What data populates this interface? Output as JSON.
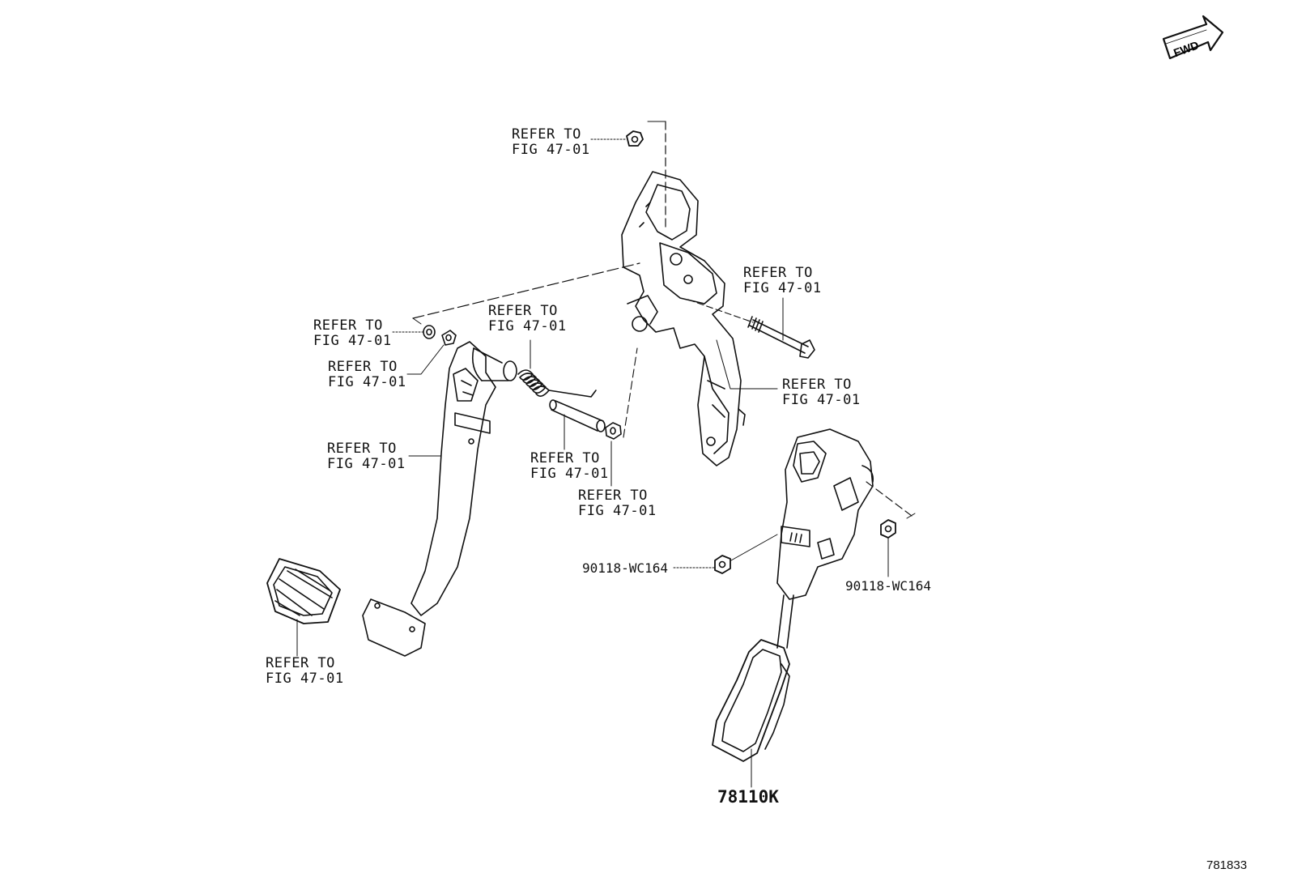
{
  "orientation": {
    "fwd_label": "FWD"
  },
  "callouts": {
    "bracket_top_nut": {
      "line1": "REFER TO",
      "line2": "FIG 47-01"
    },
    "pivot_bolt": {
      "line1": "REFER TO",
      "line2": "FIG 47-01"
    },
    "left_washer": {
      "line1": "REFER TO",
      "line2": "FIG 47-01"
    },
    "left_bushing": {
      "line1": "REFER TO",
      "line2": "FIG 47-01"
    },
    "return_spring": {
      "line1": "REFER TO",
      "line2": "FIG 47-01"
    },
    "pedal_support": {
      "line1": "REFER TO",
      "line2": "FIG 47-01"
    },
    "brake_pedal_lever": {
      "line1": "REFER TO",
      "line2": "FIG 47-01"
    },
    "collar": {
      "line1": "REFER TO",
      "line2": "FIG 47-01"
    },
    "right_bushing": {
      "line1": "REFER TO",
      "line2": "FIG 47-01"
    },
    "pedal_pad": {
      "line1": "REFER TO",
      "line2": "FIG 47-01"
    }
  },
  "part_numbers": {
    "nut_left": "90118-WC164",
    "nut_right": "90118-WC164",
    "accelerator_assembly": "78110K"
  },
  "illustration_number": "781833"
}
